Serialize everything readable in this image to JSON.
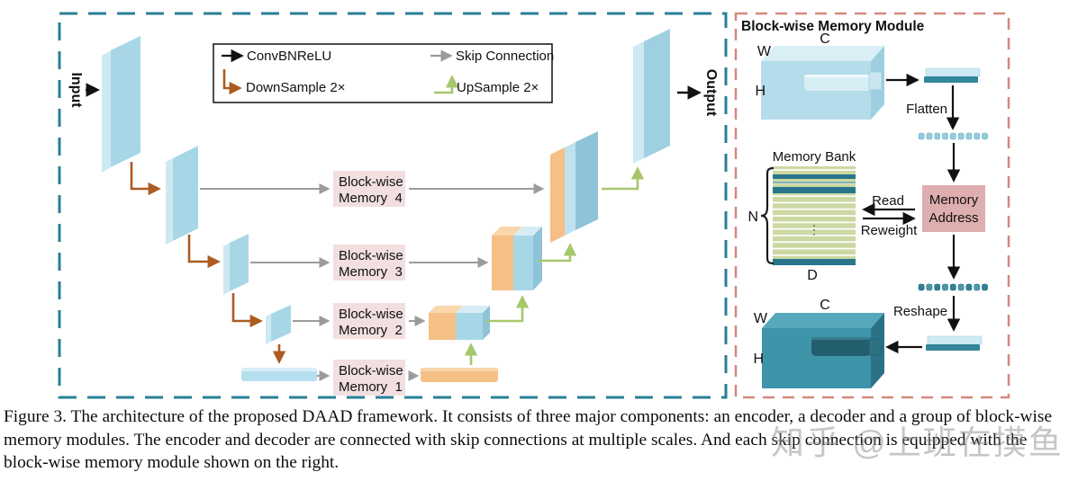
{
  "figure": {
    "input_label": "Input",
    "output_label": "Output",
    "legend": {
      "conv": "ConvBNReLU",
      "skip": "Skip Connection",
      "down": "DownSample 2×",
      "up": "UpSample 2×"
    },
    "memory_blocks": [
      {
        "line1": "Block-wise",
        "line2": "Memory  4"
      },
      {
        "line1": "Block-wise",
        "line2": "Memory  3"
      },
      {
        "line1": "Block-wise",
        "line2": "Memory  2"
      },
      {
        "line1": "Block-wise",
        "line2": "Memory  1"
      }
    ],
    "module": {
      "title": "Block-wise Memory Module",
      "top_cube": {
        "w": "W",
        "c": "C",
        "h": "H"
      },
      "flatten": "Flatten",
      "memory_bank_title": "Memory Bank",
      "n_label": "N",
      "d_label": "D",
      "ellipsis": "⋮",
      "read": "Read",
      "reweight": "Reweight",
      "memory_address": {
        "line1": "Memory",
        "line2": "Address"
      },
      "reshape": "Reshape",
      "bottom_cube": {
        "w": "W",
        "c": "C",
        "h": "H"
      }
    },
    "colors": {
      "encoder_panel_border": "#2a7f95",
      "module_panel_border": "#d4887e",
      "feature_blue": "#a7d7e7",
      "feature_blue_light": "#cde9f2",
      "feature_blue_side": "#8fc3d9",
      "feature_orange": "#f5bf86",
      "memory_label_bg": "#f2dfdf",
      "memory_address_bg": "#dfaeae",
      "bank_green": "#ccd8a2",
      "bank_teal": "#27768c",
      "output_cube_teal": "#3e94a9",
      "arrow_black": "#111111",
      "arrow_gray": "#9b9b9b",
      "arrow_brown": "#ad5b21",
      "arrow_green": "#a6c86d"
    }
  },
  "caption": {
    "text": "Figure 3. The architecture of the proposed DAAD framework. It consists of three major components: an encoder, a decoder and a group of block-wise memory modules. The encoder and decoder are connected with skip connections at multiple scales. And each skip connection is equipped with the block-wise memory module shown on the right."
  },
  "watermark": {
    "text": "知乎 @上班在摸鱼"
  }
}
